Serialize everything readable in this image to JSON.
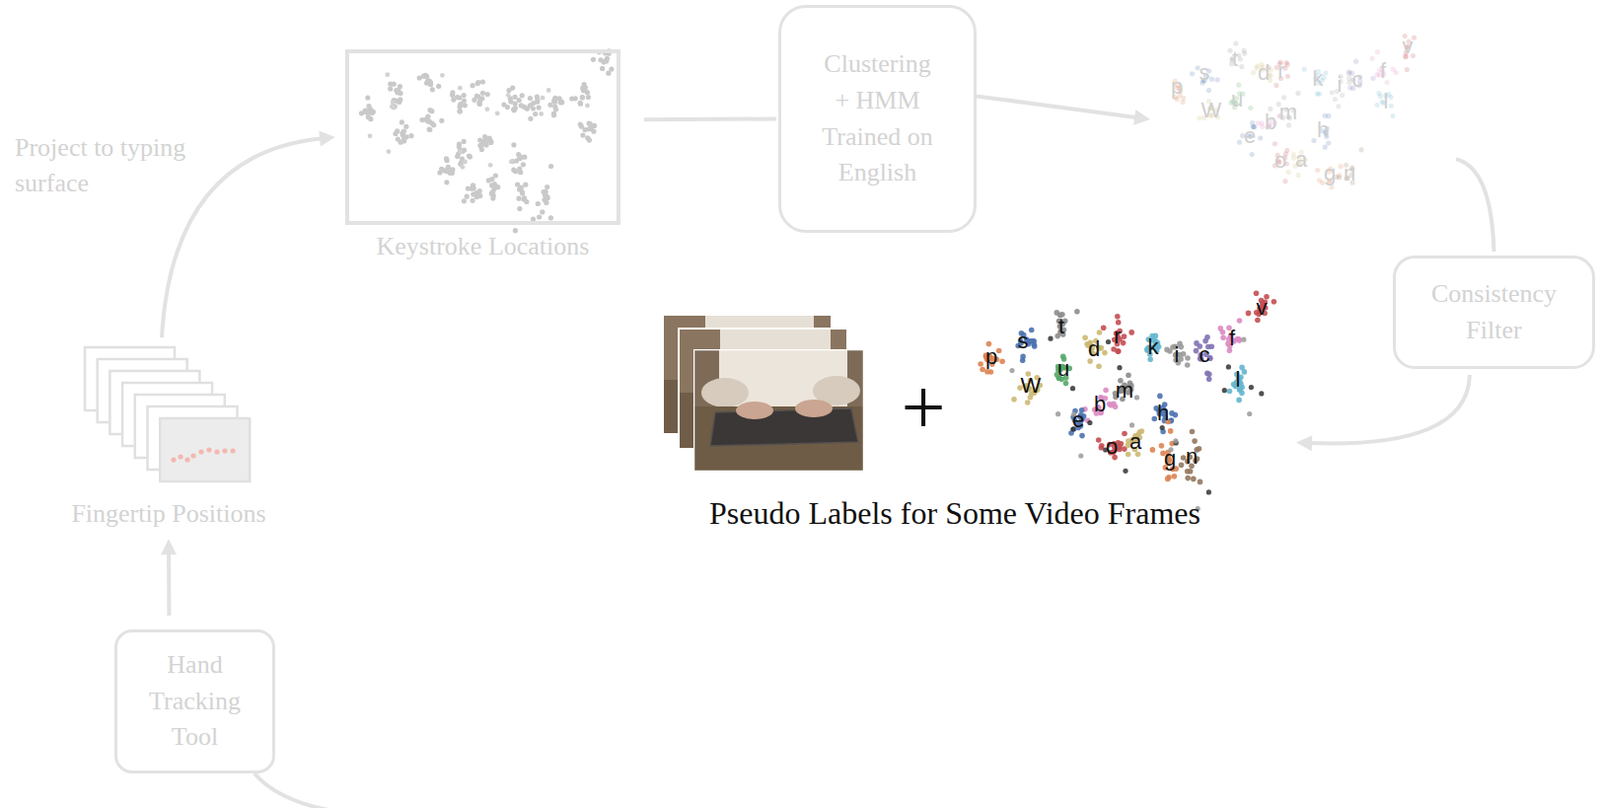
{
  "diagram": {
    "nodes": [
      {
        "text": [
          "Hand Tracking Tool"
        ]
      },
      {
        "text": [
          "Fingertip Positions"
        ]
      },
      {
        "text": [
          "Keystroke Locations"
        ]
      },
      {
        "text": [
          "Clustering + HMM Trained on English"
        ]
      },
      {
        "text": [
          "p",
          "s",
          "t",
          "d",
          "r",
          "k",
          "i",
          "c",
          "f",
          "v",
          "l",
          "W",
          "u",
          "b",
          "m",
          "e",
          "h",
          "o",
          "a",
          "g",
          "n"
        ]
      },
      {
        "text": [
          "Consistency Filter"
        ]
      },
      {
        "text": [
          "Pseudo Labels for Some Video Frames",
          "p",
          "s",
          "t",
          "d",
          "r",
          "k",
          "i",
          "c",
          "f",
          "v",
          "l",
          "W",
          "u",
          "b",
          "m",
          "e",
          "h",
          "o",
          "a",
          "g",
          "n"
        ]
      }
    ],
    "edges": [
      {
        "from": 0,
        "to": 1,
        "arrow": "to"
      },
      {
        "from": 1,
        "to": 2,
        "label": "Project to typing surface",
        "arrow": "to"
      },
      {
        "from": 2,
        "to": 3,
        "arrow": "none"
      },
      {
        "from": 3,
        "to": 4,
        "arrow": "to"
      },
      {
        "from": 4,
        "to": 5,
        "arrow": "none"
      },
      {
        "from": 5,
        "to": 6,
        "arrow": "to"
      }
    ],
    "labels": [
      "+"
    ]
  }
}
